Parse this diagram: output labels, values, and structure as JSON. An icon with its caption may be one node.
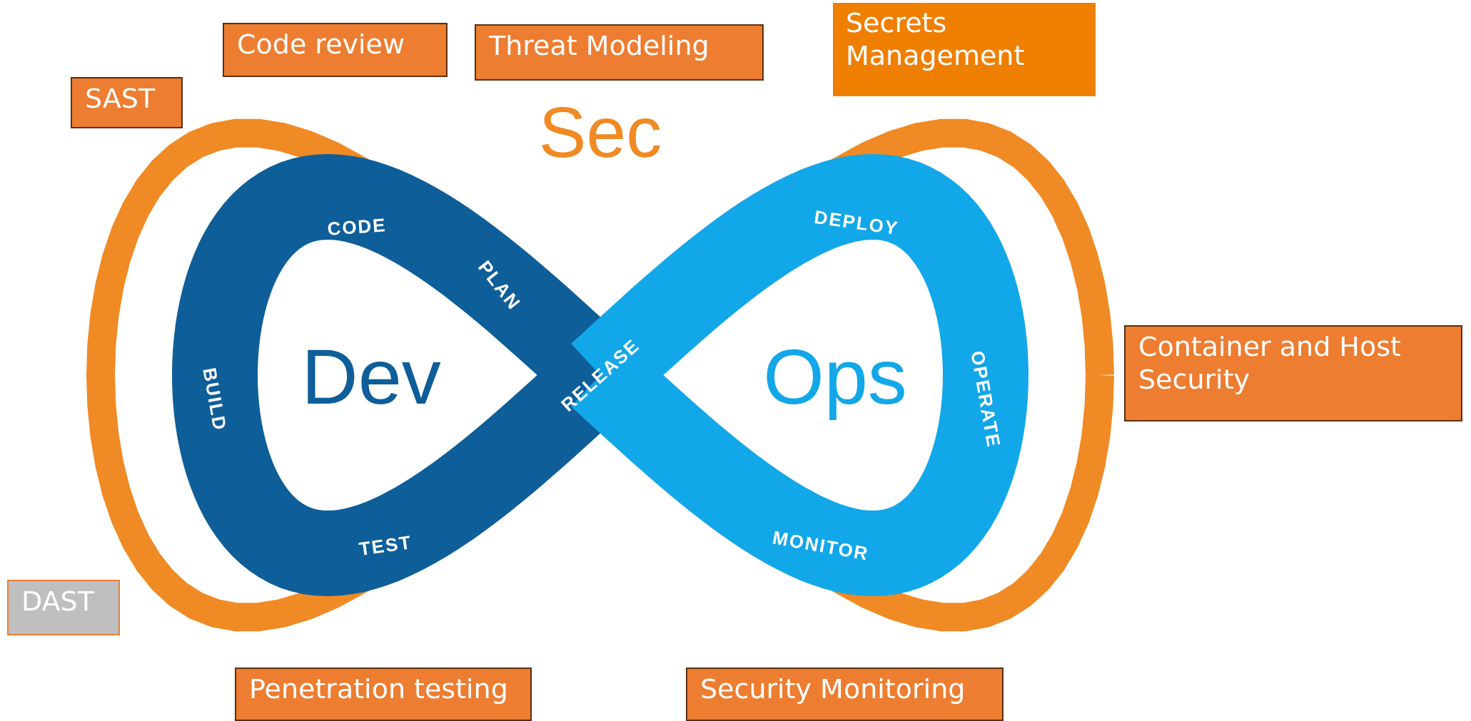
{
  "diagram": {
    "nodes": [
      {
        "text": [
          "SAST"
        ]
      },
      {
        "text": [
          "Code review"
        ]
      },
      {
        "text": [
          "Threat Modeling"
        ]
      },
      {
        "text": [
          "Secrets Management"
        ]
      },
      {
        "text": [
          "Container and Host Security"
        ]
      },
      {
        "text": [
          "DAST"
        ]
      },
      {
        "text": [
          "Penetration testing"
        ]
      },
      {
        "text": [
          "Security Monitoring"
        ]
      }
    ],
    "labels": [
      "Sec",
      "CODE",
      "PLAN",
      "DEPLOY",
      "Dev",
      "RELEASE",
      "Ops",
      "BUILD",
      "OPERATE",
      "TEST",
      "MONITOR"
    ]
  }
}
